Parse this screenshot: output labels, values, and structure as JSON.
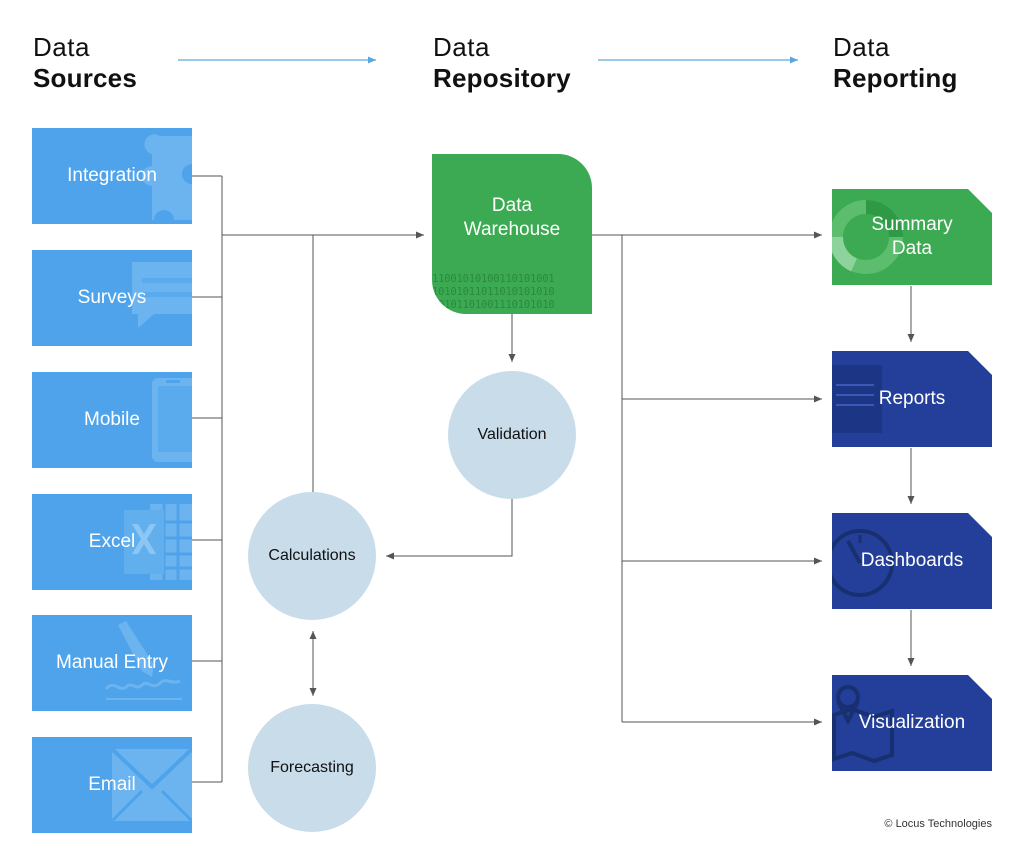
{
  "headers": {
    "sources": {
      "light": "Data",
      "bold": "Sources"
    },
    "repository": {
      "light": "Data",
      "bold": "Repository"
    },
    "reporting": {
      "light": "Data",
      "bold": "Reporting"
    }
  },
  "sources": [
    {
      "label": "Integration",
      "icon": "puzzle-icon"
    },
    {
      "label": "Surveys",
      "icon": "chat-bubble-icon"
    },
    {
      "label": "Mobile",
      "icon": "phone-icon"
    },
    {
      "label": "Excel",
      "icon": "excel-icon"
    },
    {
      "label": "Manual Entry",
      "icon": "pen-signature-icon"
    },
    {
      "label": "Email",
      "icon": "envelope-icon"
    }
  ],
  "repository": {
    "warehouse": {
      "label": "Data\nWarehouse",
      "binary": [
        "11001010100110101001",
        "10101011011010101010",
        "10101101001110101010"
      ]
    },
    "validation": "Validation",
    "calculations": "Calculations",
    "forecasting": "Forecasting"
  },
  "reporting": [
    {
      "label": "Summary\nData",
      "icon": "donut-chart-icon",
      "color": "#3caa52"
    },
    {
      "label": "Reports",
      "icon": "document-icon",
      "color": "#233f9a"
    },
    {
      "label": "Dashboards",
      "icon": "gauge-icon",
      "color": "#233f9a"
    },
    {
      "label": "Visualization",
      "icon": "map-pin-icon",
      "color": "#233f9a"
    }
  ],
  "colors": {
    "sources": "#4fa3ea",
    "warehouse": "#3caa52",
    "circle": "#c8dcea",
    "navy": "#233f9a",
    "arrow_header": "#5aa7e0"
  },
  "copyright": "© Locus Technologies"
}
